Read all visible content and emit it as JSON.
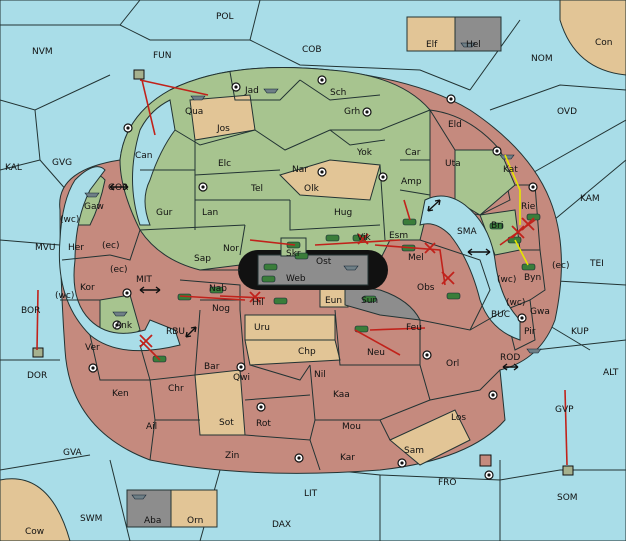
{
  "map": {
    "sea_labels": [
      "POL",
      "COB",
      "NVM",
      "FUN",
      "NOM",
      "OVD",
      "KAL",
      "GVG",
      "GOR",
      "MVU",
      "MIT",
      "BOR",
      "RBU",
      "SMA",
      "TEI",
      "KAM",
      "BUC",
      "KUP",
      "ROD",
      "ALT",
      "GVP",
      "GVA",
      "FRO",
      "LIT",
      "SWM",
      "DAX"
    ],
    "land_labels": [
      "Elf",
      "Hel",
      "Con",
      "Jad",
      "Sch",
      "Qua",
      "Jos",
      "Grh",
      "Can",
      "Eld",
      "Elc",
      "Yok",
      "Car",
      "Nar",
      "Uta",
      "Kat",
      "Tel",
      "Olk",
      "Amp",
      "Gaw",
      "Gur",
      "Lan",
      "Hug",
      "Esm",
      "Rie",
      "Bri",
      "Nor",
      "Skr",
      "Vik",
      "Sap",
      "Ost",
      "Mel",
      "Her",
      "Kor",
      "Web",
      "Byn",
      "Nab",
      "Obs",
      "Eun",
      "Sun",
      "Hil",
      "Ank",
      "Nog",
      "Uru",
      "Feu",
      "Gwa",
      "Pir",
      "Chp",
      "Neu",
      "Orl",
      "DOR",
      "Bar",
      "Qwi",
      "Ver",
      "Nil",
      "Ken",
      "Chr",
      "Kaa",
      "Los",
      "Sot",
      "Ail",
      "Rot",
      "Mou",
      "Zin",
      "Kar",
      "Sam",
      "SOM",
      "Aba",
      "Orn",
      "Cow"
    ],
    "coast_marks": [
      "(wc)",
      "(ec)",
      "(ec)",
      "(wc)",
      "(wc)",
      "(ec)",
      "(wc)"
    ]
  },
  "colors": {
    "sea": "#a9dde8",
    "green": "#a7c48f",
    "red": "#c58a7e",
    "tan": "#e2c596",
    "grey": "#8d8d8d",
    "order": "#c1221b",
    "support": "#e6e600"
  },
  "icons": [
    "army-icon",
    "fleet-icon",
    "supply-center-icon",
    "convoy-arrow-icon",
    "dislodge-cross-icon"
  ]
}
